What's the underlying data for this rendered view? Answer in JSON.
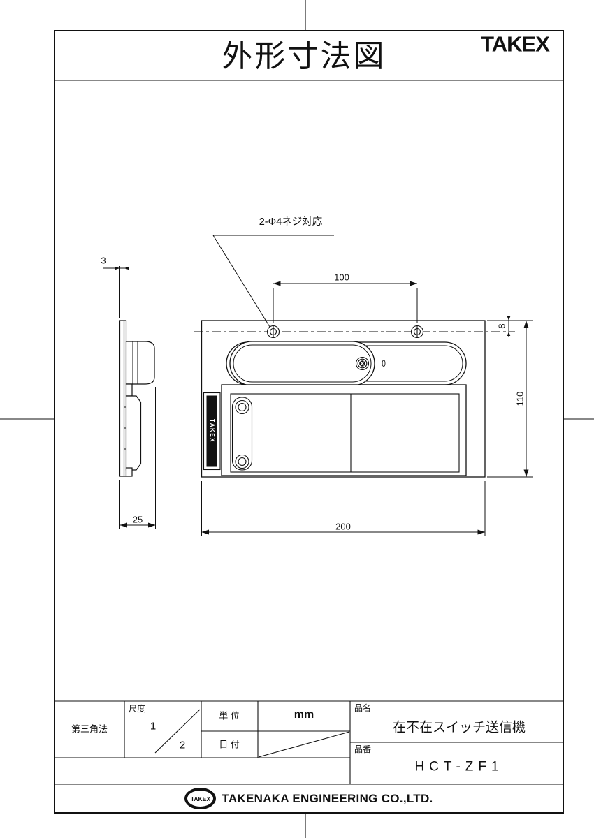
{
  "page": {
    "title": "外形寸法図",
    "brand": "TAKEX"
  },
  "drawing": {
    "leader_note": "2-Φ4ネジ対応",
    "indicator": "0",
    "device_label": "TAKEX",
    "dims": {
      "overall_width": "200",
      "overall_height": "110",
      "hole_pitch": "100",
      "hole_offset": "8",
      "depth": "25",
      "plate_thickness": "3"
    }
  },
  "title_block": {
    "projection": "第三角法",
    "scale_label": "尺度",
    "scale_num": "1",
    "scale_den": "2",
    "unit_label": "単 位",
    "unit_value": "mm",
    "date_label": "日 付",
    "name_label": "品名",
    "name_value": "在不在スイッチ送信機",
    "number_label": "品番",
    "number_value": "HCT-ZF1"
  },
  "footer": {
    "logo_text": "TAKEX",
    "company": "TAKENAKA ENGINEERING CO.,LTD."
  }
}
